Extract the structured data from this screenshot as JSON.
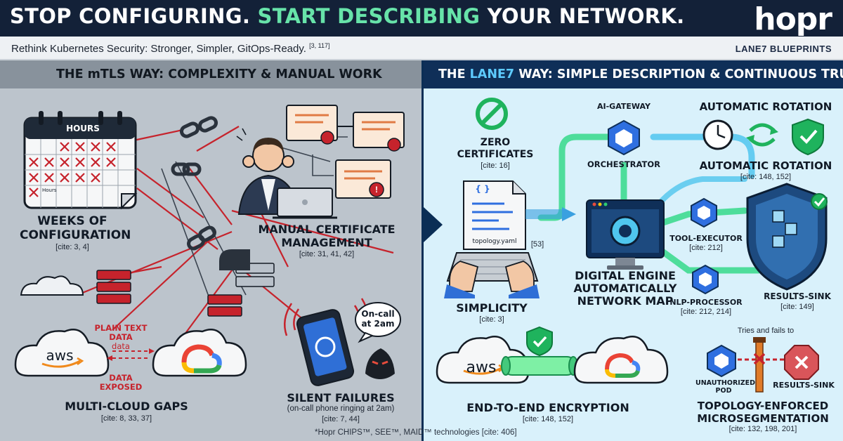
{
  "header": {
    "headline_part1": "STOP CONFIGURING. ",
    "headline_part2": "START  DESCRIBING",
    "headline_part3": " YOUR NETWORK.",
    "logo": "hopr",
    "subtitle": "Rethink Kubernetes Security: Stronger, Simpler, GitOps-Ready.",
    "subtitle_cite": "[3, 117]",
    "brand_tag": "LANE7 BLUEPRINTS"
  },
  "left": {
    "title": "THE mTLS WAY: COMPLEXITY & MANUAL WORK",
    "calendar_label": "HOURS",
    "calendar_small": "Hours",
    "weeks_label_1": "WEEKS OF",
    "weeks_label_2": "CONFIGURATION",
    "weeks_cite": "[cite: 3, 4]",
    "manual_label_1": "MANUAL CERTIFICATE",
    "manual_label_2": "MANAGEMENT",
    "manual_cite": "[cite: 31, 41, 42]",
    "plain_1": "PLAIN TEXT",
    "plain_2": "DATA",
    "plain_3": "data",
    "exposed_1": "DATA",
    "exposed_2": "EXPOSED",
    "aws": "aws",
    "multicloud_label": "MULTI-CLOUD GAPS",
    "multicloud_cite": "[cite: 8, 33, 37]",
    "oncall_1": "On-call",
    "oncall_2": "at 2am",
    "silent_label": "SILENT FAILURES",
    "silent_desc": "(on-call phone ringing at 2am)",
    "silent_cite": "[cite: 7, 44]"
  },
  "right": {
    "title_part1": "THE ",
    "title_part2": "LANE7",
    "title_part3": " WAY: SIMPLE DESCRIPTION & CONTINUOUS TRUST",
    "zero_1": "ZERO",
    "zero_2": "CERTIFICATES",
    "zero_cite": "[cite: 16]",
    "ai_gateway": "AI-GATEWAY",
    "orchestrator": "ORCHESTRATOR",
    "auto_rot_top": "AUTOMATIC ROTATION",
    "auto_rot_bottom": "AUTOMATIC ROTATION",
    "auto_rot_cite": "[cite: 148, 152]",
    "yaml_code": "{ }",
    "yaml_file": "topology.yaml",
    "yaml_cite": "[53]",
    "simplicity": "SIMPLICITY",
    "simplicity_cite": "[cite: 3]",
    "engine_1": "DIGITAL ENGINE",
    "engine_2": "AUTOMATICALLY",
    "engine_3": "NETWORK MAP",
    "tool_exec": "TOOL-EXECUTOR",
    "tool_cite": "[cite: 212]",
    "nlp": "NLP-PROCESSOR",
    "nlp_cite": "[cite: 212, 214]",
    "results_sink": "RESULTS-SINK",
    "results_cite": "[cite: 149]",
    "aws": "aws",
    "e2e_label": "END-TO-END ENCRYPTION",
    "e2e_cite": "[cite: 148, 152]",
    "tries": "Tries and fails to",
    "unauth_1": "UNAUTHORIZED",
    "unauth_2": "POD",
    "results_sink_2": "RESULTS-SINK",
    "topo_1": "TOPOLOGY-ENFORCED",
    "topo_2": "MICROSEGMENTATION",
    "topo_cite": "[cite: 132, 198, 201]"
  },
  "footer": {
    "note": "*Hopr CHIPS™, SEE™, MAID™ technologies [cite: 406]"
  },
  "colors": {
    "navy": "#132138",
    "mint": "#67e3a9",
    "red": "#c6232c",
    "lane7_blue": "#5ecbff",
    "pipe_green": "#35d98a",
    "k8s_blue": "#2f6fe0"
  }
}
